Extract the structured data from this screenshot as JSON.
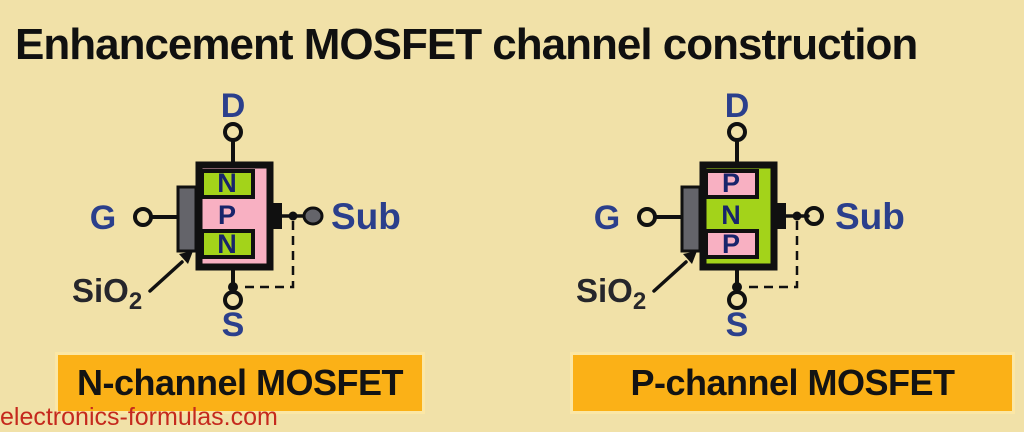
{
  "title": "Enhancement MOSFET channel construction",
  "watermark": "electronics-formulas.com",
  "colors": {
    "bg": "#F1E1A8",
    "pink": "#F8B0C2",
    "green": "#A3D31A",
    "orange": "#FBB117",
    "orange_border": "#FBE7A6",
    "blue": "#2B3F8C",
    "navy": "#18246B",
    "gray": "#64646A",
    "red": "#C5291D",
    "ink": "#101010"
  },
  "diagrams": [
    {
      "caption": "N-channel MOSFET",
      "drain_label": "D",
      "gate_label": "G",
      "source_label": "S",
      "substrate_label": "Sub",
      "oxide_label": "SiO",
      "oxide_sub": "2",
      "region_top": "N",
      "region_middle": "P",
      "region_bottom": "N"
    },
    {
      "caption": "P-channel MOSFET",
      "drain_label": "D",
      "gate_label": "G",
      "source_label": "S",
      "substrate_label": "Sub",
      "oxide_label": "SiO",
      "oxide_sub": "2",
      "region_top": "P",
      "region_middle": "N",
      "region_bottom": "P"
    }
  ]
}
